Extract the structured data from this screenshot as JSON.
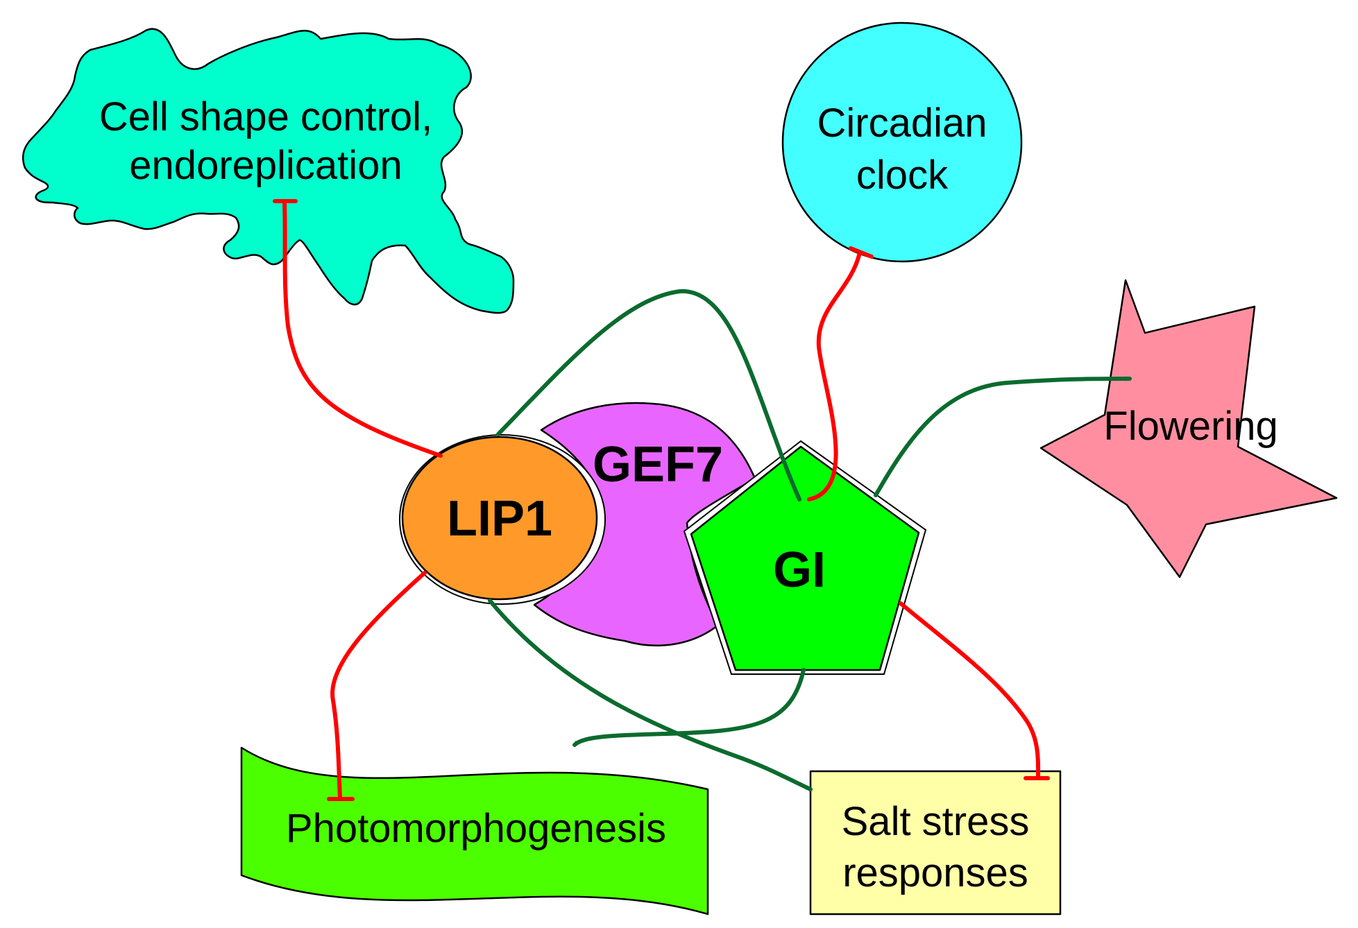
{
  "diagram": {
    "nodes": {
      "cell_shape": {
        "lines": [
          "Cell shape control,",
          "endoreplication"
        ],
        "color": "#00FFCC"
      },
      "circadian": {
        "lines": [
          "Circadian",
          "clock"
        ],
        "color": "#44FFFF"
      },
      "flowering": {
        "lines": [
          "Flowering"
        ],
        "color": "#FF8FA0"
      },
      "gef7": {
        "lines": [
          "GEF7"
        ],
        "color": "#E866FF"
      },
      "lip1": {
        "lines": [
          "LIP1"
        ],
        "color": "#FF9A2A"
      },
      "gi": {
        "lines": [
          "GI"
        ],
        "color": "#00FF00"
      },
      "photomorphogenesis": {
        "lines": [
          "Photomorphogenesis"
        ],
        "color": "#4CFF00"
      },
      "salt_stress": {
        "lines": [
          "Salt stress",
          "responses"
        ],
        "color": "#FFFFA8"
      }
    },
    "edges": [
      {
        "from": "lip1",
        "to": "cell_shape",
        "type": "inhibition"
      },
      {
        "from": "lip1",
        "to": "gi",
        "type": "activation"
      },
      {
        "from": "gi",
        "to": "circadian",
        "type": "inhibition"
      },
      {
        "from": "gi",
        "to": "flowering",
        "type": "activation"
      },
      {
        "from": "lip1",
        "to": "photomorphogenesis",
        "type": "inhibition"
      },
      {
        "from": "gi",
        "to": "photomorphogenesis",
        "type": "activation"
      },
      {
        "from": "lip1",
        "to": "salt_stress",
        "type": "activation"
      },
      {
        "from": "gi",
        "to": "salt_stress",
        "type": "inhibition"
      }
    ],
    "colors": {
      "activation": "#0B6B2E",
      "inhibition": "#FF0000",
      "outline": "#000000"
    }
  }
}
